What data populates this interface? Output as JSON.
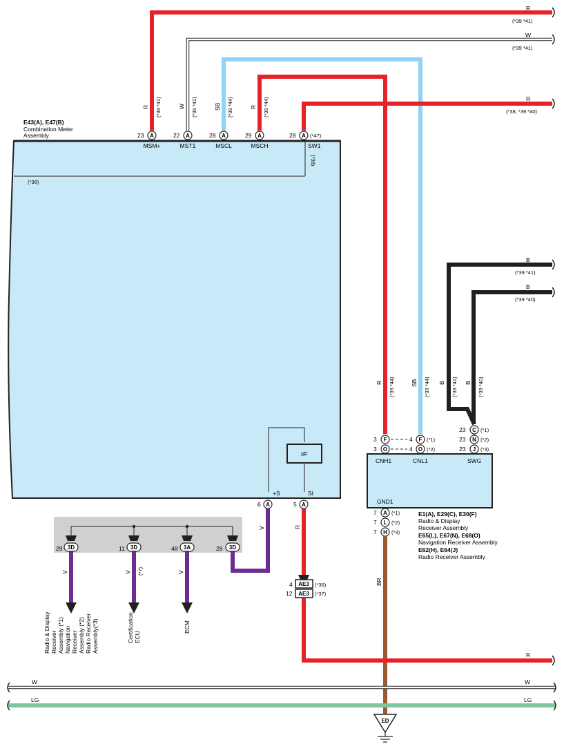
{
  "colors": {
    "R": "#e8202a",
    "W": "#ffffff",
    "SB": "#8fd3f5",
    "B": "#231f20",
    "V": "#6d2c91",
    "BR": "#9b5a2e",
    "LG": "#7fc59d",
    "meter_fill": "#c8e9f8",
    "harness_gray": "#d0d0d2"
  },
  "meter": {
    "title": "E43(A), E47(B)",
    "name1": "Combination Meter",
    "name2": "Assembly",
    "note38": "(*38)",
    "note38v": "(*38)",
    "note47": "(*47)",
    "pins": [
      {
        "num": "23",
        "letter": "A",
        "name": "MSM+",
        "wire": "R",
        "note": "(*39 *41)"
      },
      {
        "num": "22",
        "letter": "A",
        "name": "MST1",
        "wire": "W",
        "note": "(*39 *41)"
      },
      {
        "num": "28",
        "letter": "A",
        "name": "MSCL",
        "wire": "SB",
        "note": "(*39 *44)"
      },
      {
        "num": "29",
        "letter": "A",
        "name": "MSCH",
        "wire": "R",
        "note": "(*39 *44)"
      },
      {
        "num": "28",
        "letter": "A",
        "name": "SW1"
      }
    ],
    "bottom_pins": [
      {
        "num": "6",
        "letter": "A",
        "name": "+S",
        "wire": "V"
      },
      {
        "num": "5",
        "letter": "A",
        "name": "SI",
        "wire": "R"
      }
    ],
    "if_label": "I/F"
  },
  "top_wires": [
    {
      "color": "R",
      "note": "(*39 *41)"
    },
    {
      "color": "W",
      "note": "(*39 *41)"
    },
    {
      "color": "R",
      "note": "(*38, *39 *40)"
    }
  ],
  "black_wires": [
    {
      "color": "B",
      "note": "(*39 *41)"
    },
    {
      "color": "B",
      "note": "(*39 *40)"
    }
  ],
  "receiver": {
    "pins_left": [
      {
        "num": "3",
        "letter": "F",
        "num2": "4",
        "letter2": "F",
        "note": "(*1)"
      },
      {
        "num": "3",
        "letter": "O",
        "num2": "4",
        "letter2": "O",
        "note": "(*2)"
      }
    ],
    "swg_pins": [
      {
        "num": "23",
        "letter": "C",
        "note": "(*1)"
      },
      {
        "num": "23",
        "letter": "N",
        "note": "(*2)"
      },
      {
        "num": "23",
        "letter": "J",
        "note": "(*3)"
      }
    ],
    "labels": {
      "cnh1": "CNH1",
      "cnl1": "CNL1",
      "swg": "SWG",
      "gnd1": "GND1"
    },
    "gnd_pins": [
      {
        "num": "7",
        "letter": "A",
        "note": "(*1)"
      },
      {
        "num": "7",
        "letter": "L",
        "note": "(*2)"
      },
      {
        "num": "7",
        "letter": "H",
        "note": "(*3)"
      }
    ],
    "wire_r": {
      "color": "R",
      "note": "(*39 *44)"
    },
    "wire_sb": {
      "color": "SB",
      "note": "(*39 *44)"
    },
    "wire_b1": {
      "color": "B",
      "note": "(*39 *41)"
    },
    "wire_b2": {
      "color": "B",
      "note": "(*39 *40)"
    },
    "wire_br": "BR",
    "desc": [
      {
        "text": "E1(A), E29(C), E30(F)",
        "bold": true
      },
      {
        "text": "Radio & Display",
        "bold": false
      },
      {
        "text": "Receiver Assembly",
        "bold": false
      },
      {
        "text": "E65(L), E67(N), E68(O)",
        "bold": true
      },
      {
        "text": "Navigation Receiver Assembly",
        "bold": false
      },
      {
        "text": "E62(H), E64(J)",
        "bold": true
      },
      {
        "text": "Radio Receiver Assembly",
        "bold": false
      }
    ]
  },
  "harness": {
    "connectors": [
      {
        "num": "29",
        "code": "3D",
        "wire": "V"
      },
      {
        "num": "11",
        "code": "3D",
        "wire": "V",
        "note": "(*7)"
      },
      {
        "num": "48",
        "code": "3A",
        "wire": "V"
      },
      {
        "num": "28",
        "code": "3D"
      }
    ],
    "dest": {
      "radio": [
        "Radio & Display",
        "Receiver",
        "Assembly (*1)",
        "Navigation",
        "Receiver",
        "Assembly (*2)",
        "Radio Receiver",
        "Assembly(*3)"
      ],
      "cert": [
        "Certification",
        "ECU"
      ],
      "ecm": [
        "ECM"
      ]
    }
  },
  "si_wire": "R",
  "ae3": [
    {
      "num": "4",
      "code": "AE3",
      "note": "(*36)"
    },
    {
      "num": "12",
      "code": "AE3",
      "note": "(*37)"
    }
  ],
  "bottom_wires": [
    {
      "color": "R"
    },
    {
      "color": "W"
    },
    {
      "color": "LG"
    }
  ],
  "ground": "ED"
}
